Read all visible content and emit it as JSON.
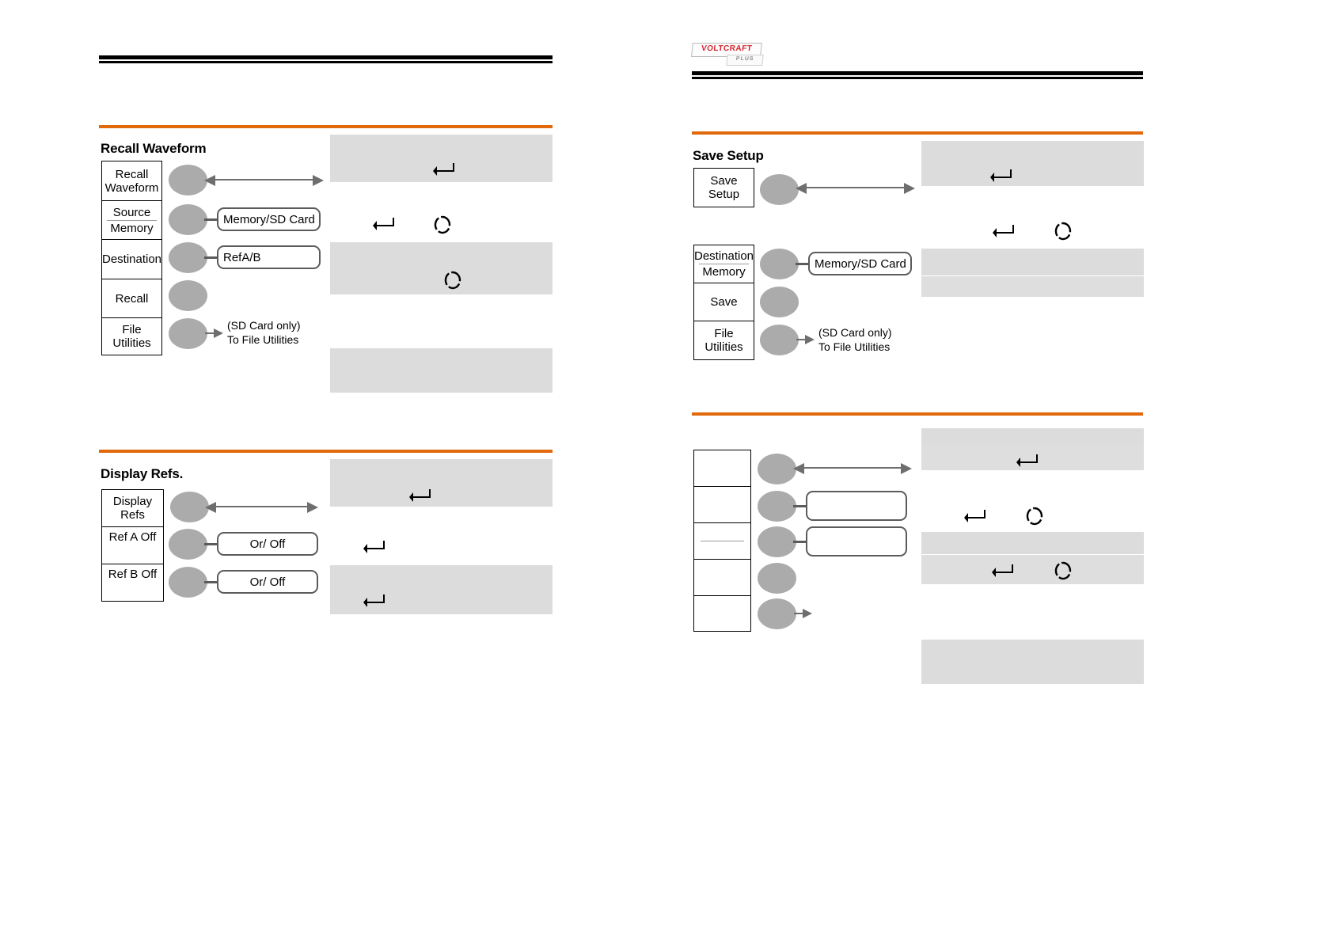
{
  "page": {
    "logo": {
      "brand": "VOLTCRAFT",
      "sub": "PLUS"
    },
    "accent_color": "#E2690B",
    "knob_color": "#ABABAB",
    "panel_color": "#DCDCDC"
  },
  "left_column": {
    "sections": [
      {
        "title": "Recall Waveform",
        "menu": [
          {
            "line1": "Recall",
            "line2": "Waveform",
            "divider": false
          },
          {
            "line1": "Source",
            "line2": "Memory",
            "divider": true
          },
          {
            "line1": "Destination",
            "line2": "",
            "divider": false
          },
          {
            "line1": "Recall",
            "line2": "",
            "divider": false
          },
          {
            "line1": "File",
            "line2": "Utilities",
            "divider": false
          }
        ],
        "options": [
          {
            "label": "Memory/SD Card",
            "align": "left"
          },
          {
            "label": "RefA/B",
            "align": "left"
          }
        ],
        "note": {
          "line1": "(SD Card only)",
          "line2": "To File Utilities"
        }
      },
      {
        "title": "Display Refs.",
        "menu": [
          {
            "line1": "Display",
            "line2": "Refs",
            "divider": false
          },
          {
            "line1": "Ref A Off",
            "line2": "",
            "divider": false
          },
          {
            "line1": "Ref B Off",
            "line2": "",
            "divider": false
          }
        ],
        "options": [
          {
            "label": "Or/ Off",
            "align": "center"
          },
          {
            "label": "Or/ Off",
            "align": "center"
          }
        ]
      }
    ]
  },
  "right_column": {
    "sections": [
      {
        "title": "Save Setup",
        "menu_top": [
          {
            "line1": "Save",
            "line2": "Setup",
            "divider": false
          }
        ],
        "menu_bottom": [
          {
            "line1": "Destination",
            "line2": "Memory",
            "divider": true
          },
          {
            "line1": "Save",
            "line2": "",
            "divider": false
          },
          {
            "line1": "File",
            "line2": "Utilities",
            "divider": false
          }
        ],
        "options": [
          {
            "label": "Memory/SD Card",
            "align": "left"
          }
        ],
        "note": {
          "line1": "(SD Card only)",
          "line2": "To File Utilities"
        }
      },
      {
        "title": "",
        "menu": [
          {
            "line1": "",
            "line2": "",
            "divider": false
          },
          {
            "line1": "",
            "line2": "",
            "divider": false
          },
          {
            "line1": "",
            "line2": "",
            "divider": true
          },
          {
            "line1": "",
            "line2": "",
            "divider": false
          },
          {
            "line1": "",
            "line2": "",
            "divider": false
          }
        ],
        "options": [
          {
            "label": "",
            "align": "center"
          },
          {
            "label": "",
            "align": "center"
          }
        ]
      }
    ]
  },
  "icons": {
    "enter": "enter-return-icon",
    "knob": "rotary-knob-icon"
  }
}
